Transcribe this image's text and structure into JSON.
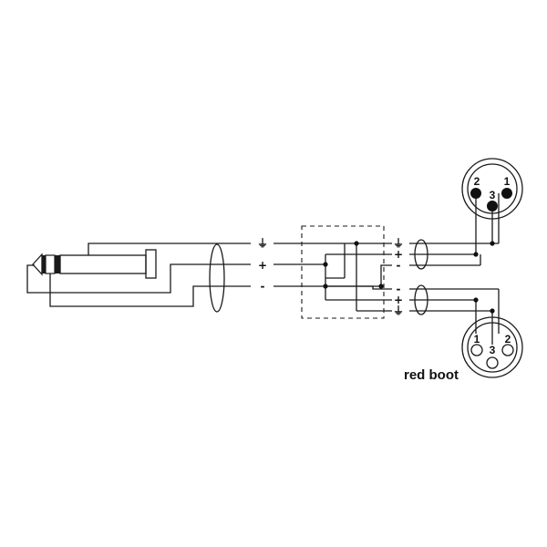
{
  "symbols": {
    "ground": "⏚",
    "plus": "+",
    "minus": "-"
  },
  "xlr_top": {
    "pin_a": "2",
    "pin_b": "3",
    "pin_c": "1"
  },
  "xlr_bottom": {
    "pin_a": "1",
    "pin_b": "3",
    "pin_c": "2"
  },
  "caption": "red boot",
  "colors": {
    "line": "#1a1a1a",
    "background": "#ffffff"
  }
}
